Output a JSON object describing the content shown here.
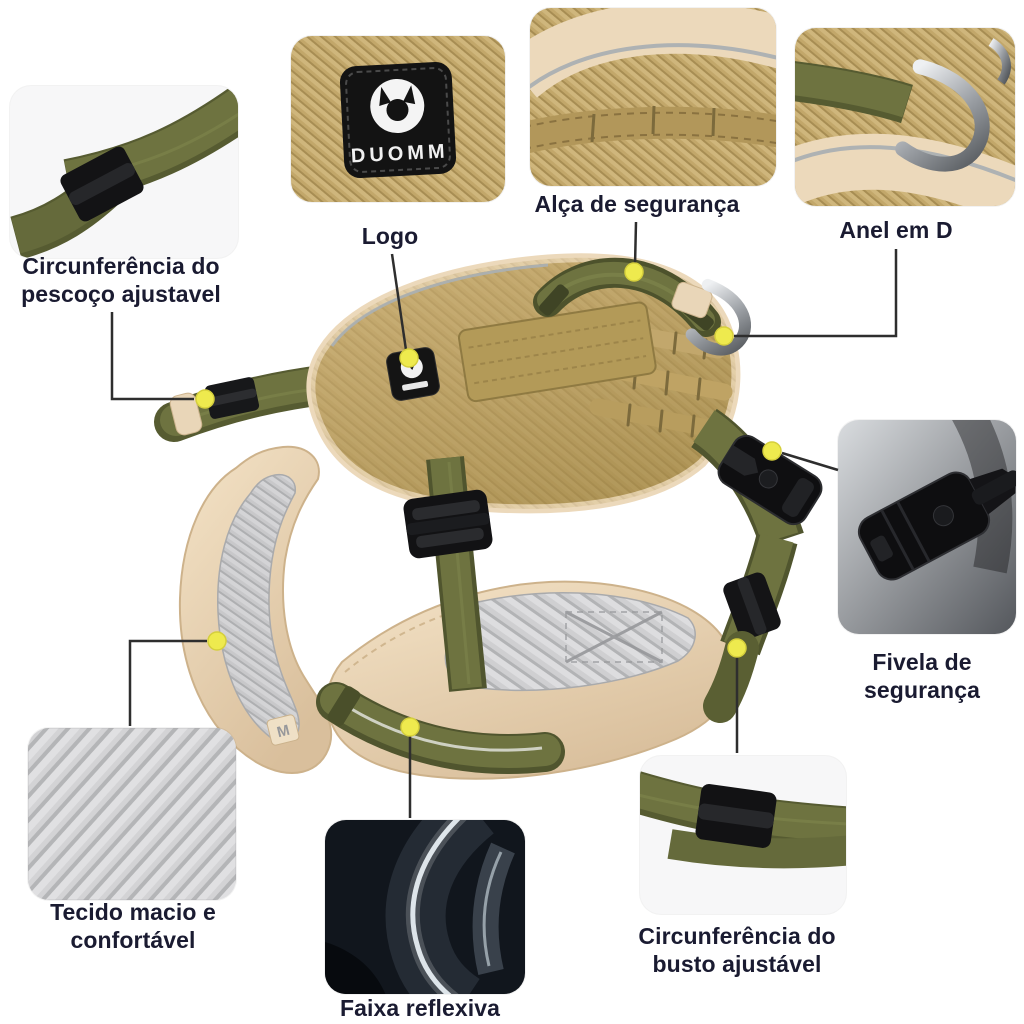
{
  "product": {
    "brand": "DUOMM",
    "size_tag": "M"
  },
  "colors": {
    "background": "#ffffff",
    "label_text": "#1a1b31",
    "connector_line": "#2e2e2e",
    "callout_dot": "#eeea4e",
    "harness_tan": "#bfa466",
    "harness_beige": "#ecd9bb",
    "harness_olive": "#6e7340",
    "pad_gray": "#c6c6c8",
    "hardware_black": "#141416",
    "metal": "#9ca0a5"
  },
  "callouts": [
    {
      "id": "neck",
      "label": "Circunferência do pescoço ajustavel",
      "image": "neck-strap-adjuster-closeup"
    },
    {
      "id": "logo",
      "label": "Logo",
      "image": "brand-patch-closeup"
    },
    {
      "id": "handle",
      "label": "Alça de segurança",
      "image": "safety-handle-closeup"
    },
    {
      "id": "d-ring",
      "label": "Anel em D",
      "image": "d-ring-closeup"
    },
    {
      "id": "buckle",
      "label": "Fivela de segurança",
      "image": "safety-buckle-closeup"
    },
    {
      "id": "fabric",
      "label": "Tecido macio e confortável",
      "image": "soft-fabric-texture-closeup"
    },
    {
      "id": "reflective",
      "label": "Faixa reflexiva",
      "image": "reflective-strip-closeup"
    },
    {
      "id": "bust",
      "label": "Circunferência do busto ajustável",
      "image": "chest-strap-adjuster-closeup"
    }
  ]
}
